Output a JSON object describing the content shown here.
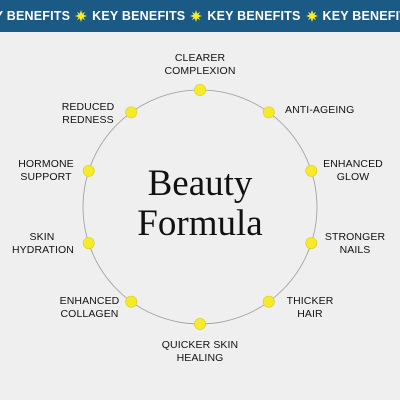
{
  "banner": {
    "text": "KEY BENEFITS",
    "background": "#1c5a86",
    "star_color": "#f7ea2a",
    "icon": "star-burst-icon"
  },
  "title": {
    "line1": "Beauty",
    "line2": "Formula"
  },
  "ring": {
    "dot_color": "#f7ea2a",
    "line_color": "#9a9a9a"
  },
  "benefits": [
    {
      "line1": "CLEARER",
      "line2": "COMPLEXION"
    },
    {
      "line1": "ANTI-AGEING",
      "line2": ""
    },
    {
      "line1": "ENHANCED",
      "line2": "GLOW"
    },
    {
      "line1": "STRONGER",
      "line2": "NAILS"
    },
    {
      "line1": "THICKER",
      "line2": "HAIR"
    },
    {
      "line1": "QUICKER SKIN",
      "line2": "HEALING"
    },
    {
      "line1": "ENHANCED",
      "line2": "COLLAGEN"
    },
    {
      "line1": "SKIN",
      "line2": "HYDRATION"
    },
    {
      "line1": "HORMONE",
      "line2": "SUPPORT"
    },
    {
      "line1": "REDUCED",
      "line2": "REDNESS"
    }
  ]
}
